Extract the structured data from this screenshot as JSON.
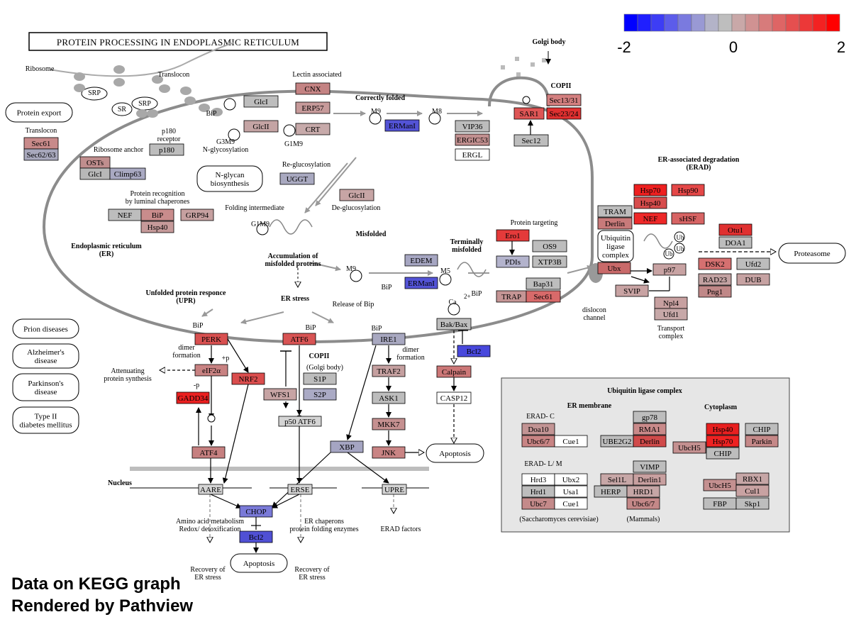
{
  "title": "PROTEIN PROCESSING IN ENDOPLASMIC RETICULUM",
  "legend": {
    "labels": [
      "-2",
      "0",
      "2"
    ],
    "colors": [
      "#0000ff",
      "#1f1fff",
      "#3d3df5",
      "#5c5cea",
      "#7a7adf",
      "#9999d4",
      "#b3b3c8",
      "#bebebe",
      "#c9a8a8",
      "#d09292",
      "#d77b7b",
      "#de6565",
      "#e54f4f",
      "#ec3838",
      "#f32222",
      "#ff0000"
    ]
  },
  "footer": {
    "line1": "Data on KEGG graph",
    "line2": "Rendered by Pathview"
  },
  "genes": [
    {
      "label": "Sec61",
      "fill": "#c88a8a"
    },
    {
      "label": "Sec62/63",
      "fill": "#a8a8bc"
    },
    {
      "label": "OSTs",
      "fill": "#c08e8e"
    },
    {
      "label": "GlcI",
      "fill": "#b8b8b8"
    },
    {
      "label": "Climp63",
      "fill": "#a9a9c2"
    },
    {
      "label": "p180",
      "fill": "#bdbdbd"
    },
    {
      "label": "GlcI",
      "fill": "#bdbdbd"
    },
    {
      "label": "GlcII",
      "fill": "#c4a4a4"
    },
    {
      "label": "CNX",
      "fill": "#c48383"
    },
    {
      "label": "ERP57",
      "fill": "#c69a9a"
    },
    {
      "label": "CRT",
      "fill": "#c7aaaa"
    },
    {
      "label": "UGGT",
      "fill": "#a9a9c0"
    },
    {
      "label": "GlcII",
      "fill": "#c7a5a5"
    },
    {
      "label": "ERManI",
      "fill": "#5353d6"
    },
    {
      "label": "VIP36",
      "fill": "#bcbcbc"
    },
    {
      "label": "ERGIC53",
      "fill": "#c29090"
    },
    {
      "label": "ERGL",
      "fill": "#ffffff"
    },
    {
      "label": "SAR1",
      "fill": "#de5555"
    },
    {
      "label": "Sec13/31",
      "fill": "#d48080"
    },
    {
      "label": "Sec23/24",
      "fill": "#e03030"
    },
    {
      "label": "Sec12",
      "fill": "#bdbdbd"
    },
    {
      "label": "NEF",
      "fill": "#bdbdbd"
    },
    {
      "label": "BiP",
      "fill": "#c98c8c"
    },
    {
      "label": "Hsp40",
      "fill": "#c69a9a"
    },
    {
      "label": "GRP94",
      "fill": "#c6a0a0"
    },
    {
      "label": "EDEM",
      "fill": "#a6a6c2"
    },
    {
      "label": "ERManI",
      "fill": "#5353d6"
    },
    {
      "label": "Ero1",
      "fill": "#e43a3a"
    },
    {
      "label": "PDIs",
      "fill": "#b3b3cc"
    },
    {
      "label": "OS9",
      "fill": "#bdbdbd"
    },
    {
      "label": "XTP3B",
      "fill": "#bdbdbd"
    },
    {
      "label": "TRAP",
      "fill": "#c59595"
    },
    {
      "label": "Bap31",
      "fill": "#bdbdbd"
    },
    {
      "label": "Sec61",
      "fill": "#d86a6a"
    },
    {
      "label": "TRAM",
      "fill": "#bdbdbd"
    },
    {
      "label": "Derlin",
      "fill": "#c87a7a"
    },
    {
      "label": "Hsp70",
      "fill": "#ee2020"
    },
    {
      "label": "Hsp40",
      "fill": "#d74c4c"
    },
    {
      "label": "Hsp90",
      "fill": "#e54848"
    },
    {
      "label": "NEF",
      "fill": "#ee2828"
    },
    {
      "label": "sHSF",
      "fill": "#d76464"
    },
    {
      "label": "Otu1",
      "fill": "#e03030"
    },
    {
      "label": "DOA1",
      "fill": "#bdbdbd"
    },
    {
      "label": "Ubx",
      "fill": "#c96a6a"
    },
    {
      "label": "p97",
      "fill": "#c8a3a3"
    },
    {
      "label": "SVIP",
      "fill": "#c8a3a3"
    },
    {
      "label": "Npl4",
      "fill": "#c7a0a0"
    },
    {
      "label": "Ufd1",
      "fill": "#c7a8a8"
    },
    {
      "label": "DSK2",
      "fill": "#d57070"
    },
    {
      "label": "Ufd2",
      "fill": "#bdbdbd"
    },
    {
      "label": "RAD23",
      "fill": "#c2a2a2"
    },
    {
      "label": "DUB",
      "fill": "#c6a2a2"
    },
    {
      "label": "Png1",
      "fill": "#c08888"
    },
    {
      "label": "PERK",
      "fill": "#d85050"
    },
    {
      "label": "eIF2α",
      "fill": "#c88282"
    },
    {
      "label": "NRF2",
      "fill": "#da4d4d"
    },
    {
      "label": "GADD34",
      "fill": "#ea2020"
    },
    {
      "label": "ATF4",
      "fill": "#c68080"
    },
    {
      "label": "ATF6",
      "fill": "#d85454"
    },
    {
      "label": "WFS1",
      "fill": "#c7a4a4"
    },
    {
      "label": "S1P",
      "fill": "#bdbdbd"
    },
    {
      "label": "S2P",
      "fill": "#aaaac5"
    },
    {
      "label": "p50 ATF6",
      "fill": "#d4d4d4"
    },
    {
      "label": "IRE1",
      "fill": "#a8a8c0"
    },
    {
      "label": "TRAF2",
      "fill": "#c5a0a0"
    },
    {
      "label": "ASK1",
      "fill": "#bdbdbd"
    },
    {
      "label": "MKK7",
      "fill": "#c59090"
    },
    {
      "label": "JNK",
      "fill": "#c98484"
    },
    {
      "label": "XBP",
      "fill": "#a5a5c2"
    },
    {
      "label": "Bak/Bax",
      "fill": "#bdbdbd"
    },
    {
      "label": "Bcl2",
      "fill": "#4848dc"
    },
    {
      "label": "Calpain",
      "fill": "#cc7777"
    },
    {
      "label": "CASP12",
      "fill": "#ffffff"
    },
    {
      "label": "CHOP",
      "fill": "#7a7ad8"
    },
    {
      "label": "Bcl2",
      "fill": "#5050d4"
    },
    {
      "label": "AARE",
      "fill": "#d4d4d4"
    },
    {
      "label": "ERSE",
      "fill": "#d4d4d4"
    },
    {
      "label": "UPRE",
      "fill": "#d4d4d4"
    },
    {
      "label": "Doa10",
      "fill": "#c29494"
    },
    {
      "label": "Ubc6/7",
      "fill": "#c88484"
    },
    {
      "label": "Cue1",
      "fill": "#ffffff"
    },
    {
      "label": "gp78",
      "fill": "#bdbdbd"
    },
    {
      "label": "RMA1",
      "fill": "#c98a8a"
    },
    {
      "label": "UBE2G2",
      "fill": "#bdbdbd"
    },
    {
      "label": "Derlin",
      "fill": "#d04a4a"
    },
    {
      "label": "Hsp40",
      "fill": "#e82020"
    },
    {
      "label": "Hsp70",
      "fill": "#ee2222"
    },
    {
      "label": "UbcH5",
      "fill": "#c49090"
    },
    {
      "label": "CHIP",
      "fill": "#bdbdbd"
    },
    {
      "label": "CHIP",
      "fill": "#bdbdbd"
    },
    {
      "label": "Parkin",
      "fill": "#c58888"
    },
    {
      "label": "Hrd3",
      "fill": "#ffffff"
    },
    {
      "label": "Ubx2",
      "fill": "#ffffff"
    },
    {
      "label": "Hrd1",
      "fill": "#bdbdbd"
    },
    {
      "label": "Usa1",
      "fill": "#ffffff"
    },
    {
      "label": "Ubc7",
      "fill": "#c48a8a"
    },
    {
      "label": "Cue1",
      "fill": "#ffffff"
    },
    {
      "label": "VIMP",
      "fill": "#bdbdbd"
    },
    {
      "label": "Sel1L",
      "fill": "#c7a7a7"
    },
    {
      "label": "Derlin1",
      "fill": "#c8a0a0"
    },
    {
      "label": "HERP",
      "fill": "#bdbdbd"
    },
    {
      "label": "HRD1",
      "fill": "#c6a6a6"
    },
    {
      "label": "Ubc6/7",
      "fill": "#c48888"
    },
    {
      "label": "RBX1",
      "fill": "#c6a6a6"
    },
    {
      "label": "UbcH5",
      "fill": "#c49090"
    },
    {
      "label": "Cul1",
      "fill": "#c8a2a2"
    },
    {
      "label": "FBP",
      "fill": "#bdbdbd"
    },
    {
      "label": "Skp1",
      "fill": "#bdbdbd"
    }
  ],
  "compartments": [
    {
      "label": "Protein export"
    },
    {
      "label": "N-glycan\nbiosynthesis"
    },
    {
      "label": "Ubiquitin\nligase\ncomplex"
    },
    {
      "label": "Proteasome"
    },
    {
      "label": "Prion diseases"
    },
    {
      "label": "Alzheimer's\ndisease"
    },
    {
      "label": "Parkinson's\ndisease"
    },
    {
      "label": "Type II\ndiabetes mellitus"
    },
    {
      "label": "Apoptosis"
    },
    {
      "label": "Apoptosis"
    }
  ],
  "labels": [
    {
      "text": "Ribosome"
    },
    {
      "text": "Translocon"
    },
    {
      "text": "Lectin associated"
    },
    {
      "text": "Correctly folded"
    },
    {
      "text": "Golgi body"
    },
    {
      "text": "COPII"
    },
    {
      "text": "SRP"
    },
    {
      "text": "SR"
    },
    {
      "text": "SRP"
    },
    {
      "text": "BiP"
    },
    {
      "text": "p180\nreceptor"
    },
    {
      "text": "G3M9\nN-glycosylation"
    },
    {
      "text": "G1M9"
    },
    {
      "text": "M9"
    },
    {
      "text": "M8"
    },
    {
      "text": "Translocon"
    },
    {
      "text": "Ribosome anchor"
    },
    {
      "text": "Re-glucosylation"
    },
    {
      "text": "De-glucosylation"
    },
    {
      "text": "Folding intermediate"
    },
    {
      "text": "G1M9"
    },
    {
      "text": "Protein recognition\nby luminal chaperones"
    },
    {
      "text": "Misfolded"
    },
    {
      "text": "Endoplasmic reticulum\n(ER)"
    },
    {
      "text": "Accumulation of\nmisfolded proteins"
    },
    {
      "text": "Protein targeting"
    },
    {
      "text": "Terminally\nmisfolded"
    },
    {
      "text": "M9"
    },
    {
      "text": "BiP"
    },
    {
      "text": "M5"
    },
    {
      "text": "BiP"
    },
    {
      "text": "Ca"
    },
    {
      "text": "2+"
    },
    {
      "text": "ER-associated degradation\n(ERAD)"
    },
    {
      "text": "Ub"
    },
    {
      "text": "Ub"
    },
    {
      "text": "Ub"
    },
    {
      "text": "dislocon\nchannel"
    },
    {
      "text": "Transport\ncomplex"
    },
    {
      "text": "Unfolded protein responce\n(UPR)"
    },
    {
      "text": "ER stress"
    },
    {
      "text": "Release of Bip"
    },
    {
      "text": "BiP"
    },
    {
      "text": "BiP"
    },
    {
      "text": "BiP"
    },
    {
      "text": "dimer\nformation"
    },
    {
      "text": "+p"
    },
    {
      "text": "dimer\nformation"
    },
    {
      "text": "Attenuating\nprotein synthesis"
    },
    {
      "text": "-p"
    },
    {
      "text": "COPII"
    },
    {
      "text": "(Golgi body)"
    },
    {
      "text": "Nucleus"
    },
    {
      "text": "Amino acid  metabolism\nRedox/ detoxification"
    },
    {
      "text": "ER chaperons\nprotein folding enzymes"
    },
    {
      "text": "ERAD factors"
    },
    {
      "text": "Recovery of\nER stress"
    },
    {
      "text": "Recovery of\nER stress"
    },
    {
      "text": "Ubiquitin ligase complex"
    },
    {
      "text": "ER membrane"
    },
    {
      "text": "Cytoplasm"
    },
    {
      "text": "ERAD- C"
    },
    {
      "text": "ERAD- L/ M"
    },
    {
      "text": "(Saccharomyces cerevisiae)"
    },
    {
      "text": "(Mammals)"
    }
  ]
}
